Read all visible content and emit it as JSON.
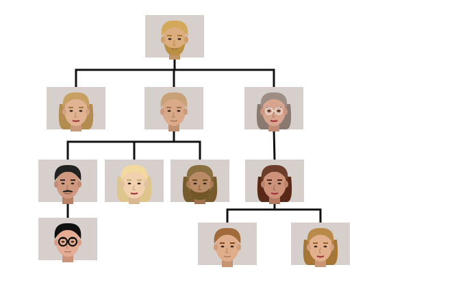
{
  "colors": {
    "connector": "#111111",
    "tile_background": "#d7cfcc"
  },
  "members": [
    {
      "id": "patriarch",
      "icon": "bearded-blond-man-portrait",
      "skin": "#dcae7e",
      "hair": "#d3a85a",
      "beard": true,
      "eyewear": "none"
    },
    {
      "id": "curly-blonde-woman",
      "icon": "curly-blonde-woman-portrait",
      "skin": "#e2b393",
      "hair": "#c9a064",
      "beard": false,
      "eyewear": "none"
    },
    {
      "id": "blond-man",
      "icon": "blond-man-portrait",
      "skin": "#d9a98a",
      "hair": "#c8a276",
      "beard": false,
      "eyewear": "none"
    },
    {
      "id": "grey-haired-woman",
      "icon": "grey-haired-woman-with-glasses-portrait",
      "skin": "#d8a68f",
      "hair": "#9d8d85",
      "beard": false,
      "eyewear": "glasses"
    },
    {
      "id": "dark-haired-man",
      "icon": "dark-haired-mustached-man-portrait",
      "skin": "#d09a80",
      "hair": "#222222",
      "beard": false,
      "mustache": true,
      "eyewear": "none"
    },
    {
      "id": "platinum-blonde-woman",
      "icon": "platinum-blonde-woman-portrait",
      "skin": "#f0d0ad",
      "hair": "#f1d9a0",
      "beard": false,
      "eyewear": "none"
    },
    {
      "id": "long-haired-bearded-man",
      "icon": "long-haired-bearded-man-portrait",
      "skin": "#b98b66",
      "hair": "#8a7040",
      "beard": true,
      "eyewear": "none"
    },
    {
      "id": "brunette-woman",
      "icon": "brunette-woman-portrait",
      "skin": "#cd927a",
      "hair": "#6b3d2a",
      "beard": false,
      "eyewear": "none"
    },
    {
      "id": "boy-with-glasses",
      "icon": "boy-with-round-glasses-portrait",
      "skin": "#e4ac93",
      "hair": "#111111",
      "beard": false,
      "eyewear": "round-glasses"
    },
    {
      "id": "young-man",
      "icon": "young-man-portrait",
      "skin": "#e0ad8a",
      "hair": "#a06a3a",
      "beard": false,
      "eyewear": "none"
    },
    {
      "id": "smiling-girl",
      "icon": "smiling-blonde-girl-portrait",
      "skin": "#e2b08d",
      "hair": "#b98a4a",
      "beard": false,
      "eyewear": "none"
    }
  ],
  "relations": [
    {
      "parent": "patriarch",
      "children": [
        "curly-blonde-woman",
        "blond-man",
        "grey-haired-woman"
      ]
    },
    {
      "parent": "blond-man",
      "children": [
        "dark-haired-man",
        "platinum-blonde-woman",
        "long-haired-bearded-man"
      ]
    },
    {
      "parent": "grey-haired-woman",
      "children": [
        "brunette-woman"
      ]
    },
    {
      "parent": "dark-haired-man",
      "children": [
        "boy-with-glasses"
      ]
    },
    {
      "parent": "brunette-woman",
      "children": [
        "young-man",
        "smiling-girl"
      ]
    }
  ]
}
